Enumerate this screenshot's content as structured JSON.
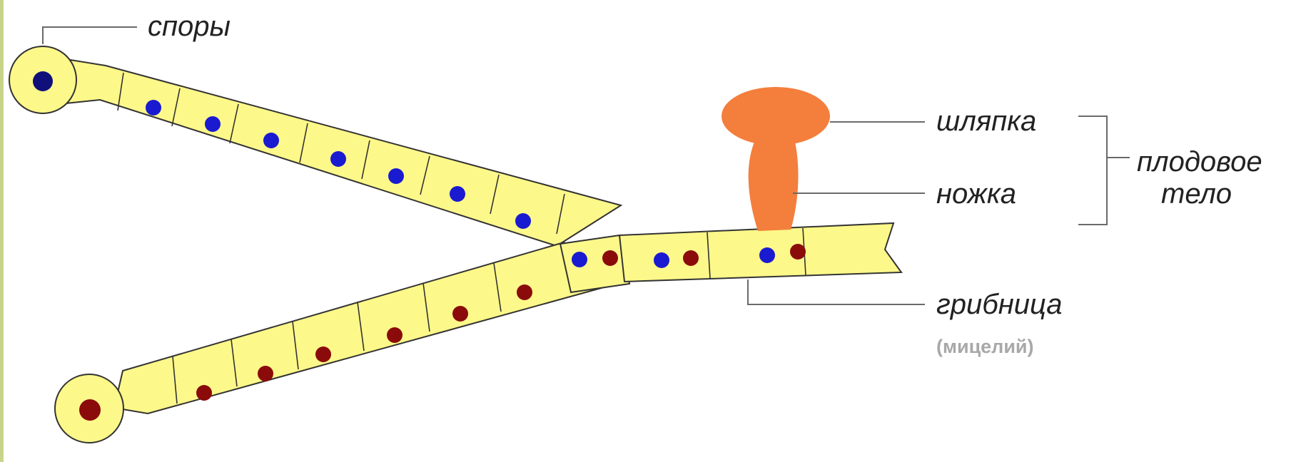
{
  "labels": {
    "spores": "споры",
    "cap": "шляпка",
    "stalk": "ножка",
    "fruiting_body_line1": "плодовое",
    "fruiting_body_line2": "тело",
    "mycelium": "грибница",
    "mycelium_note": "(мицелий)"
  },
  "colors": {
    "hypha_fill": "#fdf88a",
    "outline": "#333333",
    "nucleus_blue": "#1a1ad0",
    "nucleus_red": "#8b0b0b",
    "spore_nucleus_blue": "#10107a",
    "fruiting_body": "#f47e3c",
    "leader_line": "#6a6a6a",
    "note_text": "#a8a8a8",
    "left_edge_accent": "#c9d48a"
  }
}
